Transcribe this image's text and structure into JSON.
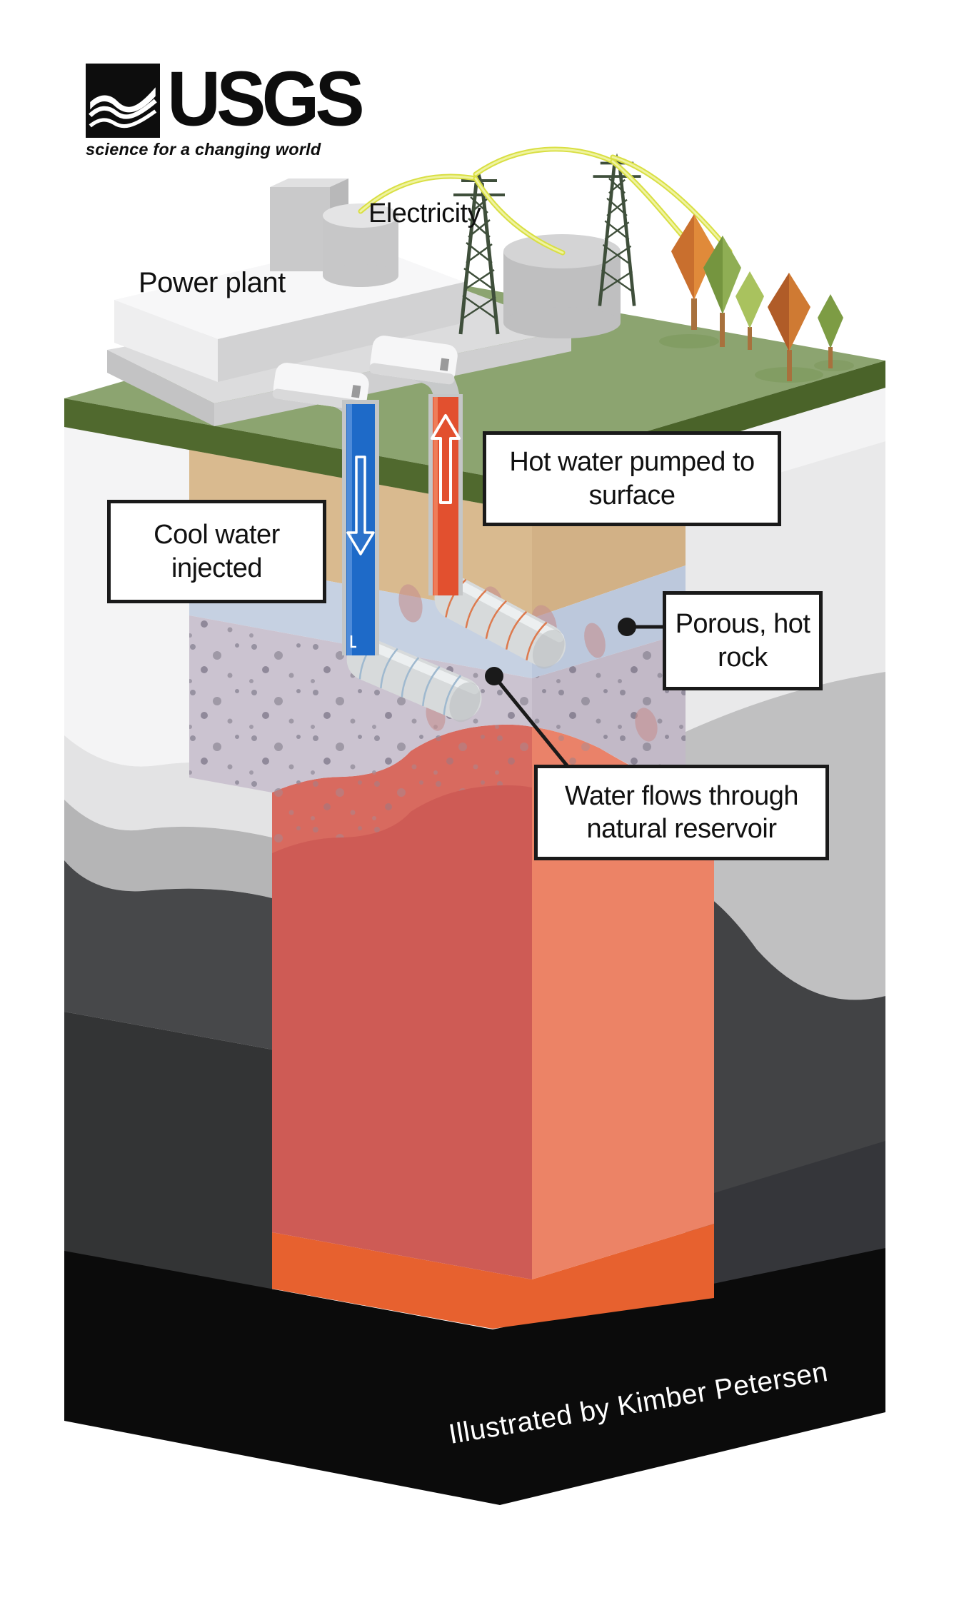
{
  "logo": {
    "acronym": "USGS",
    "tagline": "science for a changing world"
  },
  "surface": {
    "electricity_label": "Electricity",
    "power_plant_label": "Power plant"
  },
  "callouts": {
    "cool_water": "Cool water injected",
    "hot_water": "Hot water pumped to surface",
    "porous_rock": "Porous, hot rock",
    "reservoir": "Water flows through natural reservoir"
  },
  "credit": "Illustrated by Kimber Petersen",
  "colors": {
    "grass_top": "#8CA470",
    "grass_edge": "#50692E",
    "soil_sand": "#D9BA8F",
    "aquifer_blue": "#C6D1E2",
    "porous_rock_lavender": "#CBC3D0",
    "reservoir_red_left": "#CE5B55",
    "reservoir_red_right": "#EC8366",
    "reservoir_floor_orange": "#E7612F",
    "cool_pipe_blue": "#1E6AC8",
    "hot_pipe_red": "#E2502F",
    "bedrock_gray": "#47484A",
    "bedrock_dark": "#333435",
    "base_black": "#0B0B0B",
    "powerline_yellow": "#D9DF43",
    "callout_border": "#1A1A1A"
  }
}
